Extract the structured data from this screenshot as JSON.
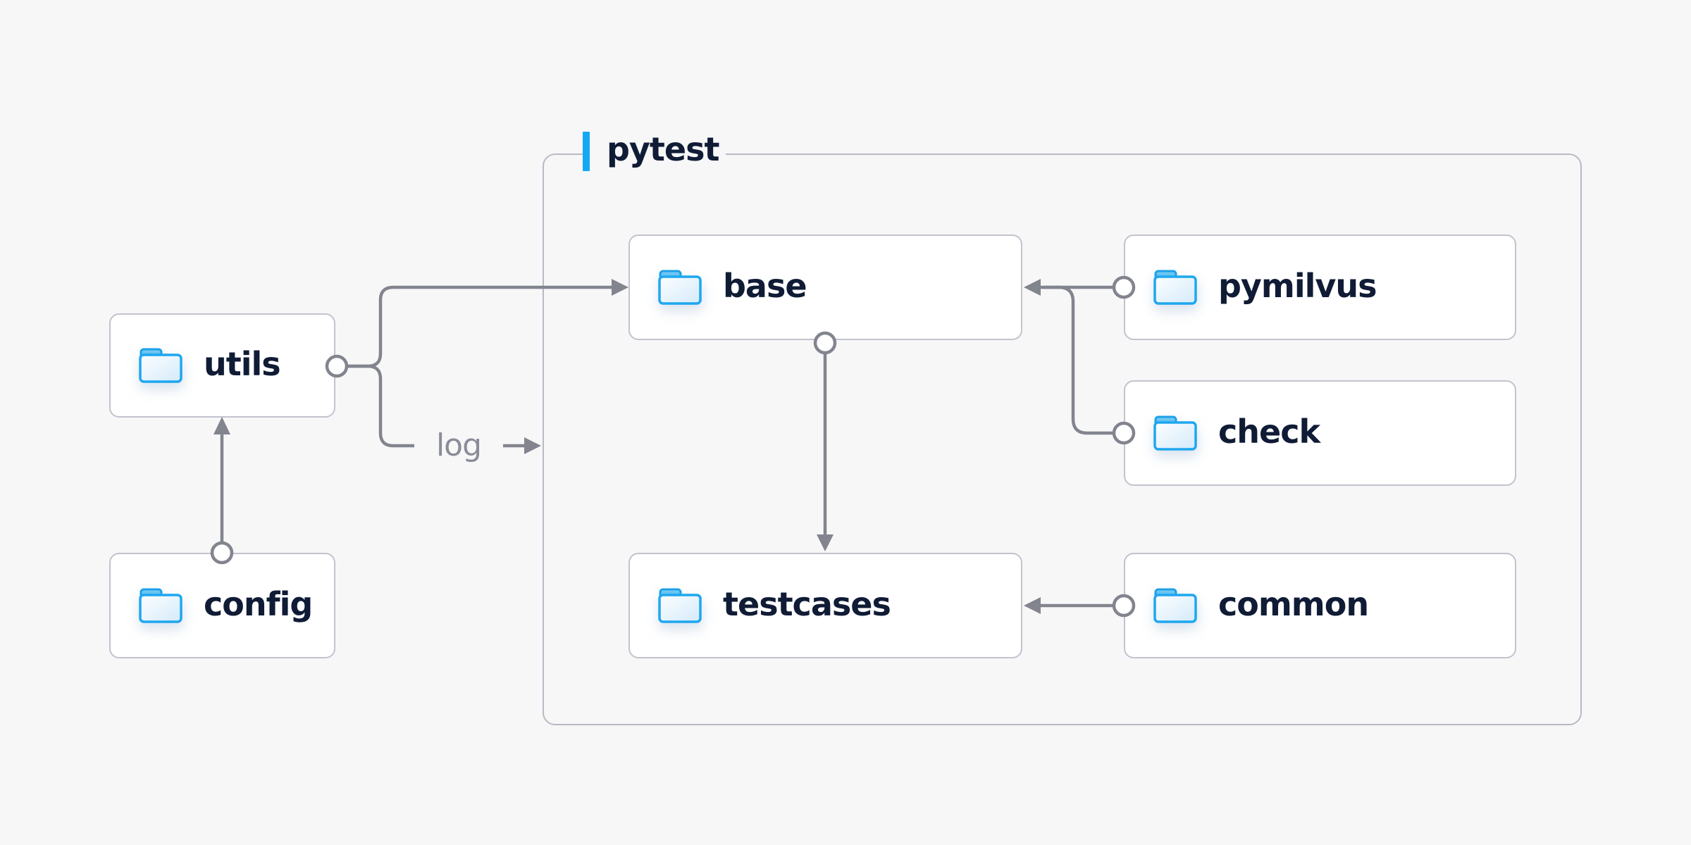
{
  "diagram": {
    "container": {
      "label": "pytest"
    },
    "nodes": [
      {
        "id": "utils",
        "label": "utils",
        "icon": "folder-icon"
      },
      {
        "id": "config",
        "label": "config",
        "icon": "folder-icon"
      },
      {
        "id": "base",
        "label": "base",
        "icon": "folder-icon"
      },
      {
        "id": "pymilvus",
        "label": "pymilvus",
        "icon": "folder-icon"
      },
      {
        "id": "check",
        "label": "check",
        "icon": "folder-icon"
      },
      {
        "id": "testcases",
        "label": "testcases",
        "icon": "folder-icon"
      },
      {
        "id": "common",
        "label": "common",
        "icon": "folder-icon"
      }
    ],
    "edges": [
      {
        "from": "config",
        "to": "utils",
        "label": ""
      },
      {
        "from": "utils",
        "to": "base",
        "label": ""
      },
      {
        "from": "utils",
        "to": "pytest-container",
        "label": "log"
      },
      {
        "from": "base",
        "to": "testcases",
        "label": ""
      },
      {
        "from": "pymilvus",
        "to": "base",
        "label": ""
      },
      {
        "from": "check",
        "to": "base",
        "label": ""
      },
      {
        "from": "common",
        "to": "testcases",
        "label": ""
      }
    ],
    "colors": {
      "background": "#f7f7f8",
      "node_fill": "#ffffff",
      "node_border": "#c2c3cd",
      "container_border": "#b8bac4",
      "connector_gray": "#82848e",
      "label_navy": "#101b35",
      "muted_gray": "#8a8d98",
      "accent_blue": "#15a9f5",
      "folder_blue": "#1ea7f0"
    }
  }
}
